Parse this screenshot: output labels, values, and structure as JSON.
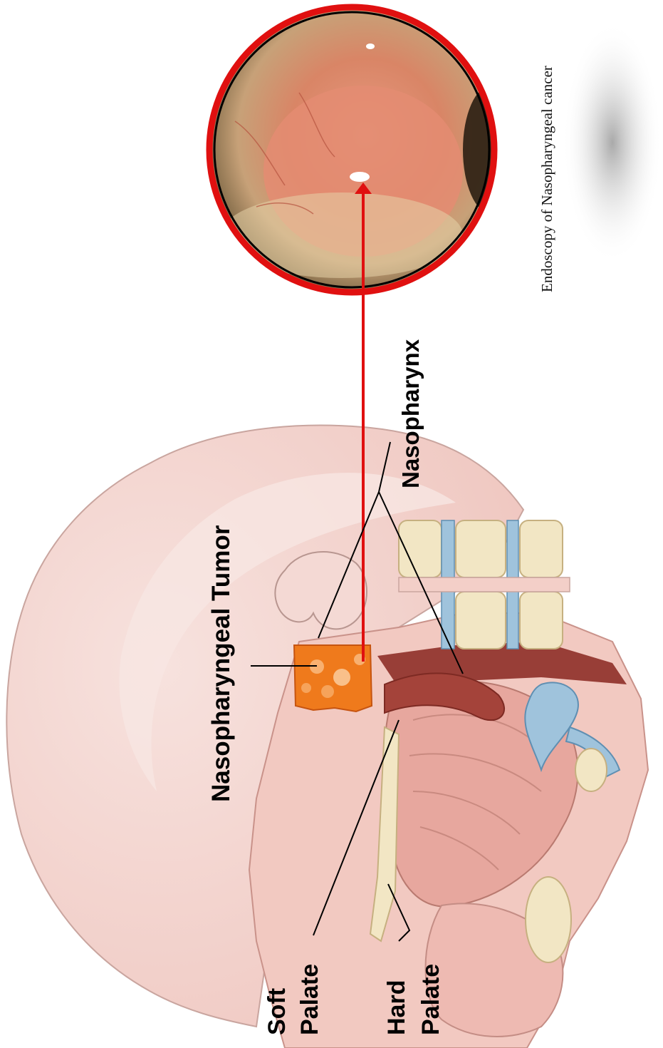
{
  "labels": {
    "nasopharyngeal_tumor": "Nasopharyngeal Tumor",
    "nasopharynx": "Nasopharynx",
    "soft": "Soft",
    "palate_soft": "Palate",
    "hard": "Hard",
    "palate_hard": "Palate"
  },
  "caption": "Endoscopy of Nasopharyngeal cancer",
  "colors": {
    "pointer_red": "#e01010",
    "skin": "#f3d2cc",
    "tumor": "#ef7a1c",
    "bone": "#f2e6c4",
    "cartilage": "#9fc3dc"
  }
}
